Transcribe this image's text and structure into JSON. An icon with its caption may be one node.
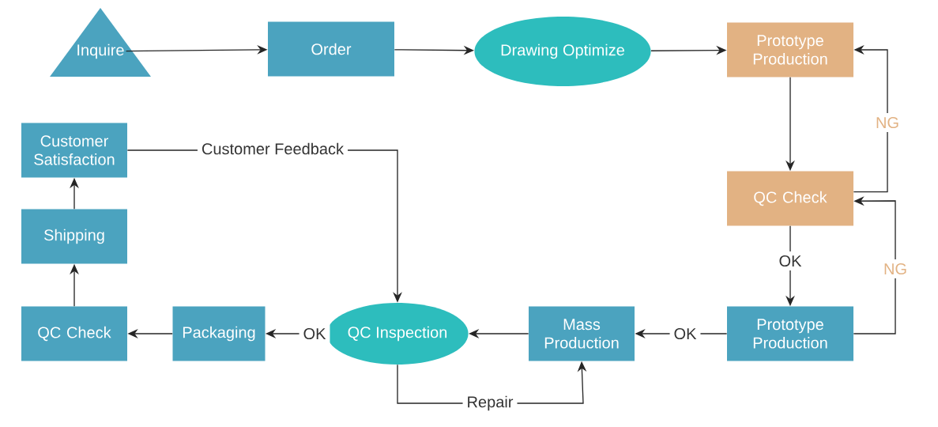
{
  "diagram": {
    "nodes": [
      {
        "text": [
          "Inquire"
        ]
      },
      {
        "text": [
          "Order"
        ]
      },
      {
        "text": [
          "Drawing Optimize"
        ]
      },
      {
        "text": [
          "Prototype Production"
        ]
      },
      {
        "text": [
          "QC Check"
        ]
      },
      {
        "text": [
          "Prototype Production"
        ]
      },
      {
        "text": [
          "Mass Production"
        ]
      },
      {
        "text": [
          "QC Inspection"
        ]
      },
      {
        "text": [
          "Packaging"
        ]
      },
      {
        "text": [
          "QC Check"
        ]
      },
      {
        "text": [
          "Shipping"
        ]
      },
      {
        "text": [
          "Customer Satisfaction"
        ]
      }
    ],
    "edges": [
      {
        "from": 0,
        "to": 1,
        "arrow": "to"
      },
      {
        "from": 1,
        "to": 2,
        "arrow": "to"
      },
      {
        "from": 2,
        "to": 3,
        "arrow": "to"
      },
      {
        "from": 3,
        "to": 4,
        "arrow": "to"
      },
      {
        "from": 4,
        "to": 3,
        "arrow": "to",
        "label": "NG"
      },
      {
        "from": 4,
        "to": 5,
        "arrow": "to",
        "label": "OK"
      },
      {
        "from": 5,
        "to": 4,
        "arrow": "to",
        "label": "NG"
      },
      {
        "from": 5,
        "to": 6,
        "arrow": "to",
        "label": "OK"
      },
      {
        "from": 6,
        "to": 7,
        "arrow": "to"
      },
      {
        "from": 7,
        "to": 8,
        "arrow": "to",
        "label": "OK"
      },
      {
        "from": 8,
        "to": 9,
        "arrow": "to"
      },
      {
        "from": 9,
        "to": 10,
        "arrow": "to"
      },
      {
        "from": 10,
        "to": 11,
        "arrow": "to"
      },
      {
        "from": 11,
        "to": 7,
        "arrow": "to",
        "label": "Customer Feedback"
      },
      {
        "from": 7,
        "to": 6,
        "arrow": "to",
        "label": "Repair"
      }
    ]
  }
}
